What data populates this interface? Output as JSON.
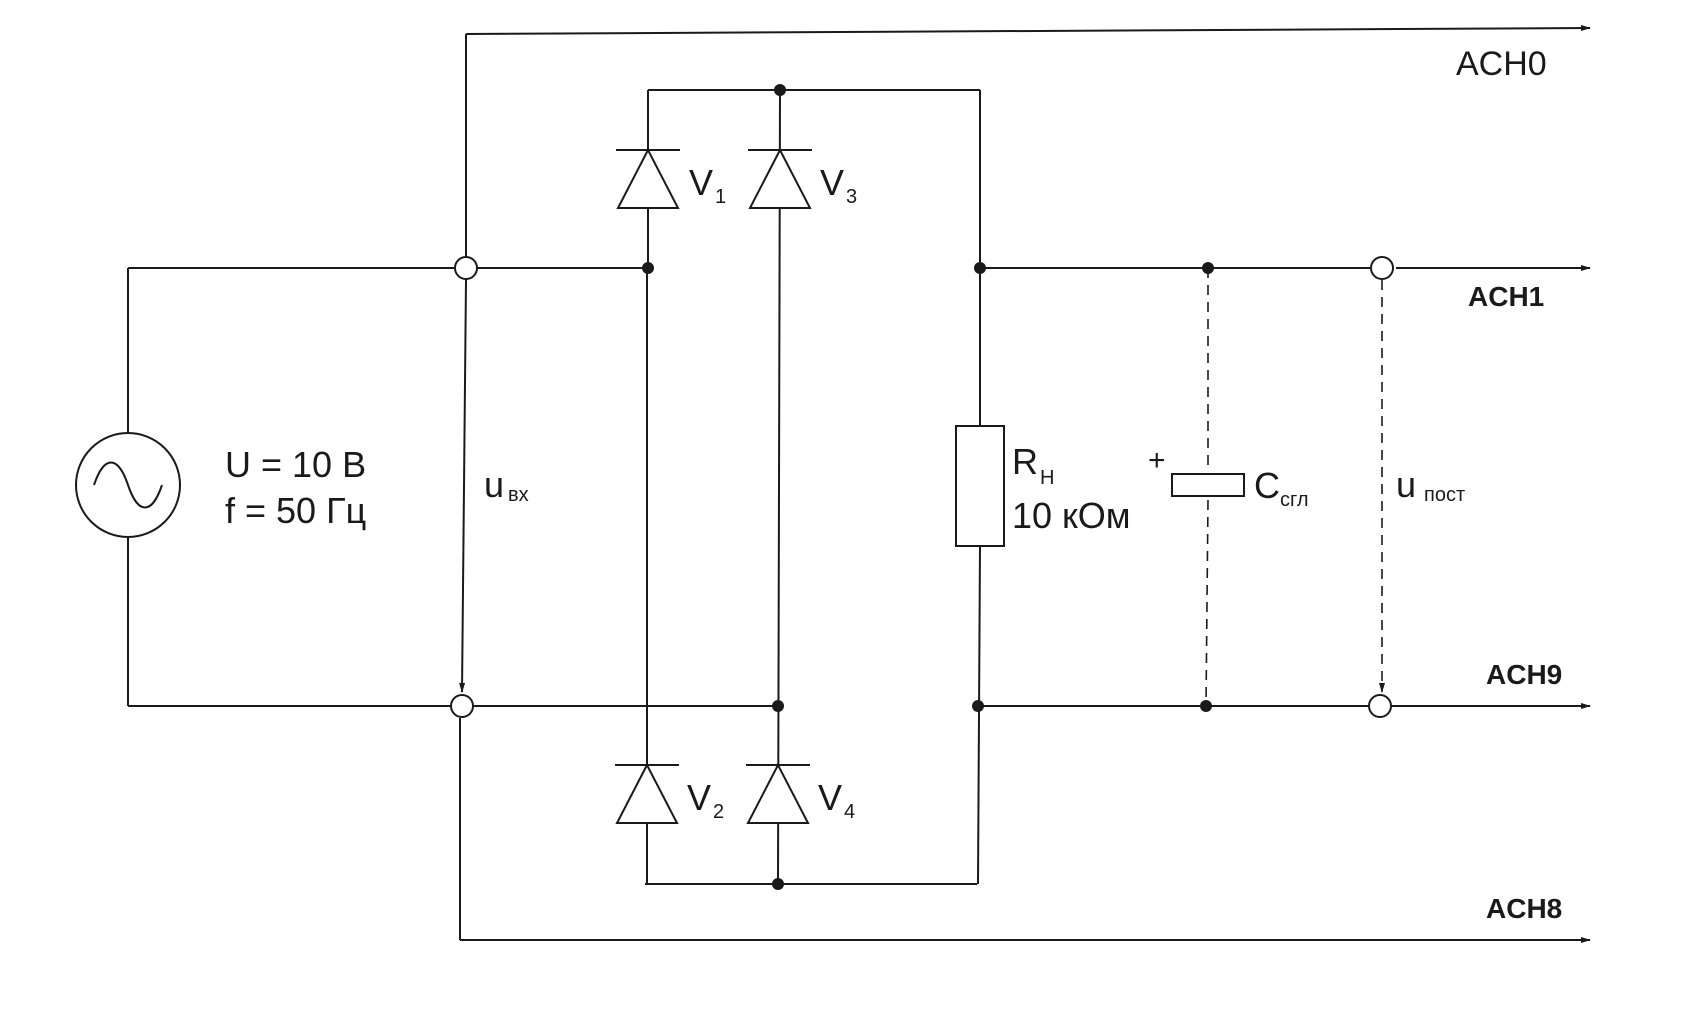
{
  "source": {
    "voltage_label": "U = 10 В",
    "frequency_label": "f = 50 Гц",
    "icon": "ac-source-icon"
  },
  "input_voltage": {
    "symbol": "u",
    "subscript": "вх"
  },
  "output_voltage": {
    "symbol": "u",
    "subscript": "пост"
  },
  "diodes": [
    {
      "symbol": "V",
      "subscript": "1"
    },
    {
      "symbol": "V",
      "subscript": "3"
    },
    {
      "symbol": "V",
      "subscript": "2"
    },
    {
      "symbol": "V",
      "subscript": "4"
    }
  ],
  "resistor": {
    "symbol": "R",
    "subscript": "Н",
    "value": "10 кОм"
  },
  "capacitor": {
    "symbol": "C",
    "subscript": "сгл",
    "polarity": "+"
  },
  "channels": {
    "ach0": "ACH0",
    "ach1": "ACH1",
    "ach9": "ACH9",
    "ach8": "ACH8"
  }
}
